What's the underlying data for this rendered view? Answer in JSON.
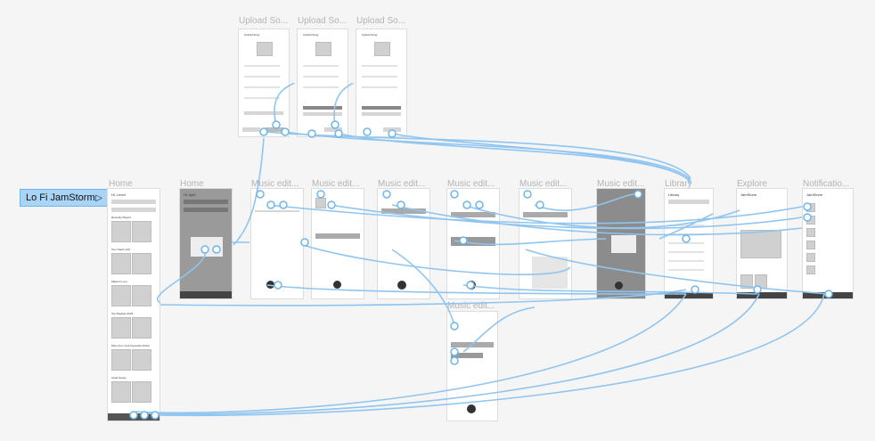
{
  "flow_start": {
    "label": "Lo Fi JamStorm",
    "icon": "play-triangle-icon"
  },
  "frames": [
    {
      "key": "upload1",
      "label": "Upload So..."
    },
    {
      "key": "upload2",
      "label": "Upload So..."
    },
    {
      "key": "upload3",
      "label": "Upload So..."
    },
    {
      "key": "home1",
      "label": "Home"
    },
    {
      "key": "home2",
      "label": "Home"
    },
    {
      "key": "edit1",
      "label": "Music edit..."
    },
    {
      "key": "edit2",
      "label": "Music edit..."
    },
    {
      "key": "edit3",
      "label": "Music edit..."
    },
    {
      "key": "edit4",
      "label": "Music edit..."
    },
    {
      "key": "edit5",
      "label": "Music edit..."
    },
    {
      "key": "edit6",
      "label": "Music edit..."
    },
    {
      "key": "edit7",
      "label": "Music edit..."
    },
    {
      "key": "library",
      "label": "Library"
    },
    {
      "key": "explore",
      "label": "Explore"
    },
    {
      "key": "notifications",
      "label": "Notificatio..."
    }
  ],
  "screens": {
    "upload_title": "Upload Song",
    "home_greeting_1": "Hi, Leon!",
    "home_greeting_2": "Hi, Ajel!",
    "home_sections": [
      "Recently Played",
      "Top Charts (Art)",
      "Made for you",
      "Top Playlists 2023",
      "More from Your Favourite Artists",
      "Liked Songs"
    ],
    "explore_title": "JamStorm",
    "notifications_title": "JamStorm",
    "library_title": "Library"
  },
  "colors": {
    "wire": "#8fc5f0",
    "accent": "#6fb5ea",
    "tag_bg": "#a9d4f5"
  }
}
